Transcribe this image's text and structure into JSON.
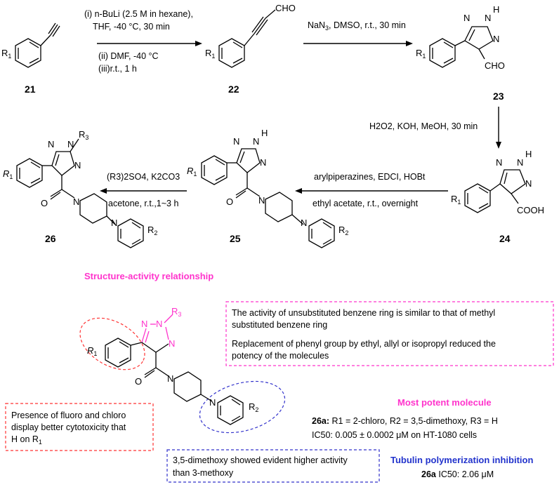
{
  "compounds": {
    "c21": "21",
    "c22": "22",
    "c23": "23",
    "c24": "24",
    "c25": "25",
    "c26": "26"
  },
  "atoms": {
    "r1": "R",
    "r1sub": "1",
    "r2": "R",
    "r2sub": "2",
    "r3": "R",
    "r3sub": "3",
    "n": "N",
    "nh": "N",
    "h": "H",
    "cho": "CHO",
    "cooh": "COOH",
    "o": "O"
  },
  "conditions": {
    "step1_i": "(i) n-BuLi (2.5 M in hexane),",
    "step1_thf": "THF, -40 °C, 30 min",
    "step1_ii": "(ii) DMF, -40 °C",
    "step1_iii": "(iii)r.t., 1 h",
    "step2": "NaN",
    "step2_sub": "3",
    "step2_rest": ", DMSO, r.t., 30 min",
    "step3": "H2O2, KOH, MeOH, 30 min",
    "step4_top": "arylpiperazines,  EDCI, HOBt",
    "step4_bottom": "ethyl acetate, r.t., overnight",
    "step5_top": "(R3)2SO4, K2CO3",
    "step5_bottom": "acetone, r.t.,1~3 h"
  },
  "sar": {
    "title": "Structure-activity relationship",
    "pink_line1": "The activity of unsubstituted benzene ring is similar to that of methyl",
    "pink_line2": "substituted benzene ring",
    "pink_line3": "Replacement of phenyl group by ethyl, allyl or isopropyl reduced the",
    "pink_line4": "potency of the molecules",
    "red_line1": "Presence of  fluoro and chloro",
    "red_line2": "display better cytotoxicity that",
    "red_line3": "H on R",
    "red_line3_sub": "1",
    "blue_line1": "3,5-dimethoxy showed evident higher activity",
    "blue_line2": "than 3-methoxy"
  },
  "most_potent": {
    "title": "Most potent molecule",
    "line1_bold": "26a:",
    "line1": "R1 = 2-chloro, R2 = 3,5-dimethoxy, R3 = H",
    "line2": "IC50: 0.005 ± 0.0002 μM on HT-1080 cells"
  },
  "tubulin": {
    "title": "Tubulin polymerization inhibition",
    "bold": "26a",
    "value": "IC50: 2.06 μM"
  },
  "colors": {
    "highlight_pink": "#ff33cc",
    "red_box": "#ff3333",
    "blue_box": "#3333cc",
    "title_blue": "#2233cc"
  }
}
